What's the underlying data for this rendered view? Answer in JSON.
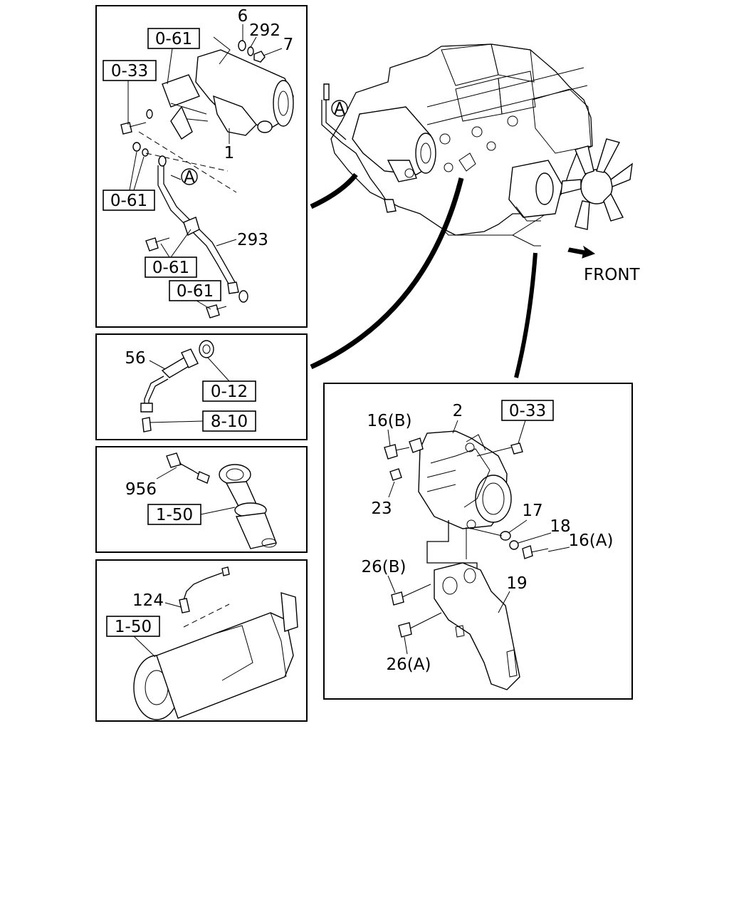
{
  "panels": {
    "starter": {
      "refs": {
        "starter_top": "0-61",
        "bolt_left": "0-33",
        "washers_left": "0-61",
        "cable_bolt": "0-61",
        "cable_end": "0-61"
      },
      "parts": {
        "washer": "6",
        "spring_washer": "292",
        "nut": "7",
        "starter_motor": "1",
        "battery_cable": "293"
      },
      "circle_marker": "A"
    },
    "sensor_56": {
      "refs": {
        "adapter": "0-12",
        "connector": "8-10"
      },
      "parts": {
        "sensor": "56"
      }
    },
    "sensor_956": {
      "refs": {
        "exhaust": "1-50"
      },
      "parts": {
        "sensor": "956"
      }
    },
    "sensor_124": {
      "refs": {
        "muffler": "1-50"
      },
      "parts": {
        "sensor": "124"
      }
    },
    "alternator": {
      "refs": {
        "nut_ref": "0-33"
      },
      "parts": {
        "bolt_16b": "16(B)",
        "alternator": "2",
        "nut_23": "23",
        "washer_17": "17",
        "washer_18": "18",
        "bolt_16a": "16(A)",
        "bolt_26b": "26(B)",
        "bracket": "19",
        "bolt_26a": "26(A)"
      }
    }
  },
  "engine": {
    "circle_marker": "A",
    "direction_label": "FRONT"
  }
}
